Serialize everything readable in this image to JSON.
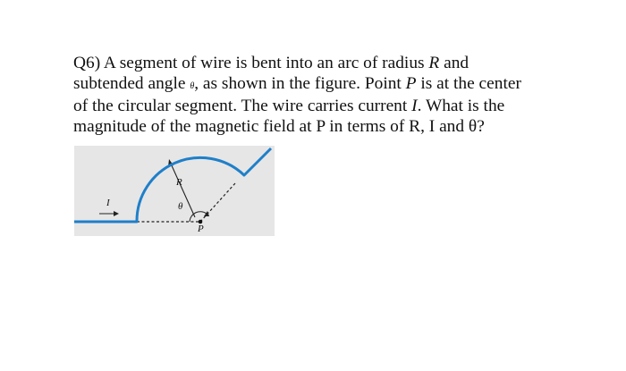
{
  "question": {
    "line1": [
      "Q6) A segment of wire is bent into an arc of radius ",
      "R",
      " and"
    ],
    "line2": [
      "subtended angle ",
      "θ",
      ", as shown in the figure. Point ",
      "P",
      " is at the center"
    ],
    "line3": [
      "of the circular segment. The wire carries current ",
      "I",
      ". What is the"
    ],
    "line4": "magnitude of the magnetic field at P in terms of R, I and θ?"
  },
  "figure": {
    "current_label": "I",
    "radius_label": "R",
    "angle_label": "θ",
    "center_label": "P",
    "wire_color": "#1f7fc9"
  }
}
